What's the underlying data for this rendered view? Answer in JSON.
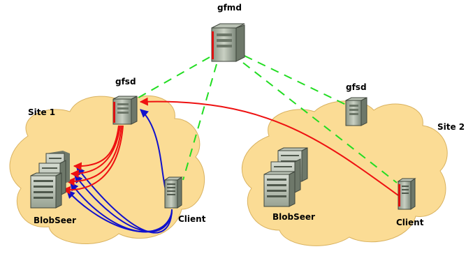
{
  "labels": {
    "gfmd": "gfmd",
    "gfsd_site1": "gfsd",
    "gfsd_site2": "gfsd",
    "site1": "Site 1",
    "site2": "Site 2",
    "blobseer_site1": "BlobSeer",
    "blobseer_site2": "BlobSeer",
    "client_site1": "Client",
    "client_site2": "Client"
  },
  "colors": {
    "cloud_fill": "#fbdc95",
    "cloud_stroke": "#d9b25f",
    "control_link": "#22dd22",
    "data_red": "#ee1111",
    "data_blue": "#1111cc"
  }
}
